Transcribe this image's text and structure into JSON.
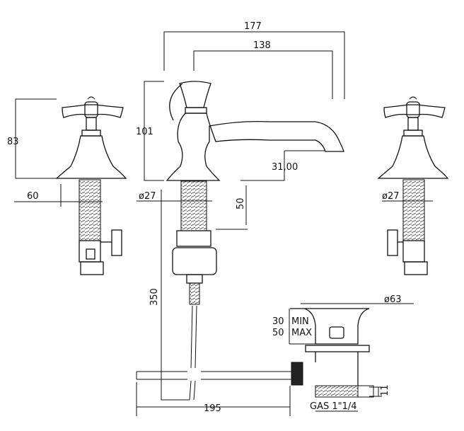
{
  "dimensions": {
    "overall_width": "177",
    "spout_reach": "138",
    "handle_height": "83",
    "tap_height": "101",
    "handle_base_width": "60",
    "shank_diameter_left": "ø27",
    "shank_diameter_right": "ø27",
    "spout_clearance": "31,00",
    "shank_length": "50",
    "hose_length": "350",
    "drain_rod_length": "195",
    "waste_diameter": "ø63",
    "thickness_min_value": "30",
    "thickness_min_label": "MIN",
    "thickness_max_value": "50",
    "thickness_max_label": "MAX",
    "waste_thread_height": "11",
    "waste_thread": "GAS 1\"1/4"
  },
  "colors": {
    "line": "#111111"
  }
}
